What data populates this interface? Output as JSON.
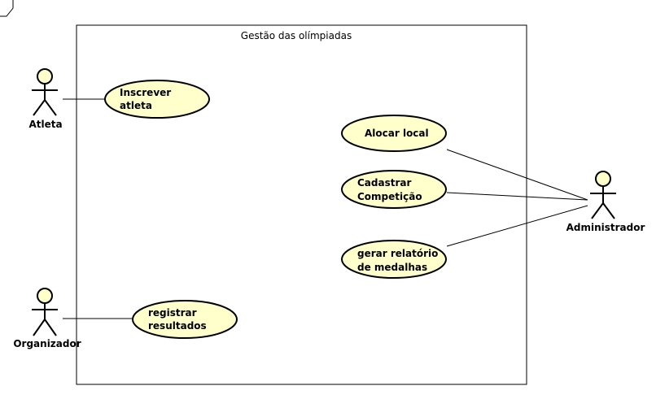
{
  "system": {
    "title": "Gestão das olímpiadas"
  },
  "actors": {
    "atleta": "Atleta",
    "organizador": "Organizador",
    "administrador": "Administrador"
  },
  "use_cases": {
    "inscrever": [
      "Inscrever",
      "atleta"
    ],
    "registrar": [
      "registrar",
      "resultados"
    ],
    "alocar": [
      "Alocar local"
    ],
    "cadastrar": [
      "Cadastrar",
      "Competição"
    ],
    "gerar": [
      "gerar relatório",
      "de medalhas"
    ]
  },
  "colors": {
    "use_case_fill": "#ffffcc",
    "actor_head_fill": "#ffffcc",
    "line": "#000000"
  }
}
